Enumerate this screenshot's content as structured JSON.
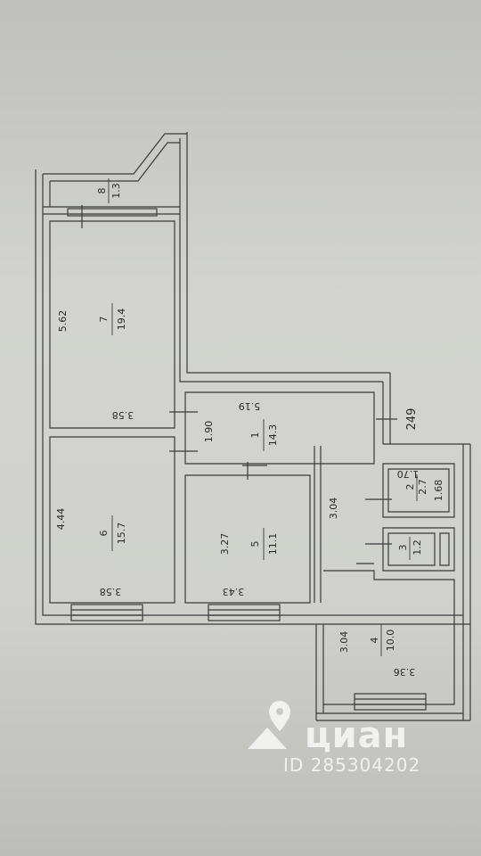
{
  "rooms": [
    {
      "num": "8",
      "area": "1.3"
    },
    {
      "num": "7",
      "area": "19.4"
    },
    {
      "num": "6",
      "area": "15.7"
    },
    {
      "num": "1",
      "area": "14.3"
    },
    {
      "num": "5",
      "area": "11.1"
    },
    {
      "num": "2",
      "area": "2.7"
    },
    {
      "num": "3",
      "area": "1.2"
    },
    {
      "num": "4",
      "area": "10.0"
    }
  ],
  "dimensions": {
    "r7_height": "5.62",
    "r7_width": "3.58",
    "r6_height": "4.44",
    "r6_width": "3.58",
    "r1_height": "1.90",
    "r1_width": "5.19",
    "r5_height": "3.27",
    "r5_width": "3.43",
    "corridor": "3.04",
    "r2_width": "1.70",
    "r2_height": "1.68",
    "r4_height": "3.04",
    "r4_width": "3.36",
    "side_mark": "249"
  },
  "watermark": {
    "brand": "циан",
    "id": "ID 285304202"
  }
}
